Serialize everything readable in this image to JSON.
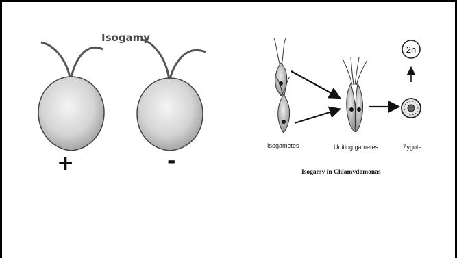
{
  "left_panel": {
    "title": "Isogamy",
    "plus_sign": "+",
    "minus_sign": "-"
  },
  "right_panel": {
    "labels": {
      "isogametes": "Isogametes",
      "uniting": "Uniting gametes",
      "zygote": "Zygote",
      "two_n": "2n"
    },
    "caption": "Isogamy in Chlamydomonas"
  }
}
